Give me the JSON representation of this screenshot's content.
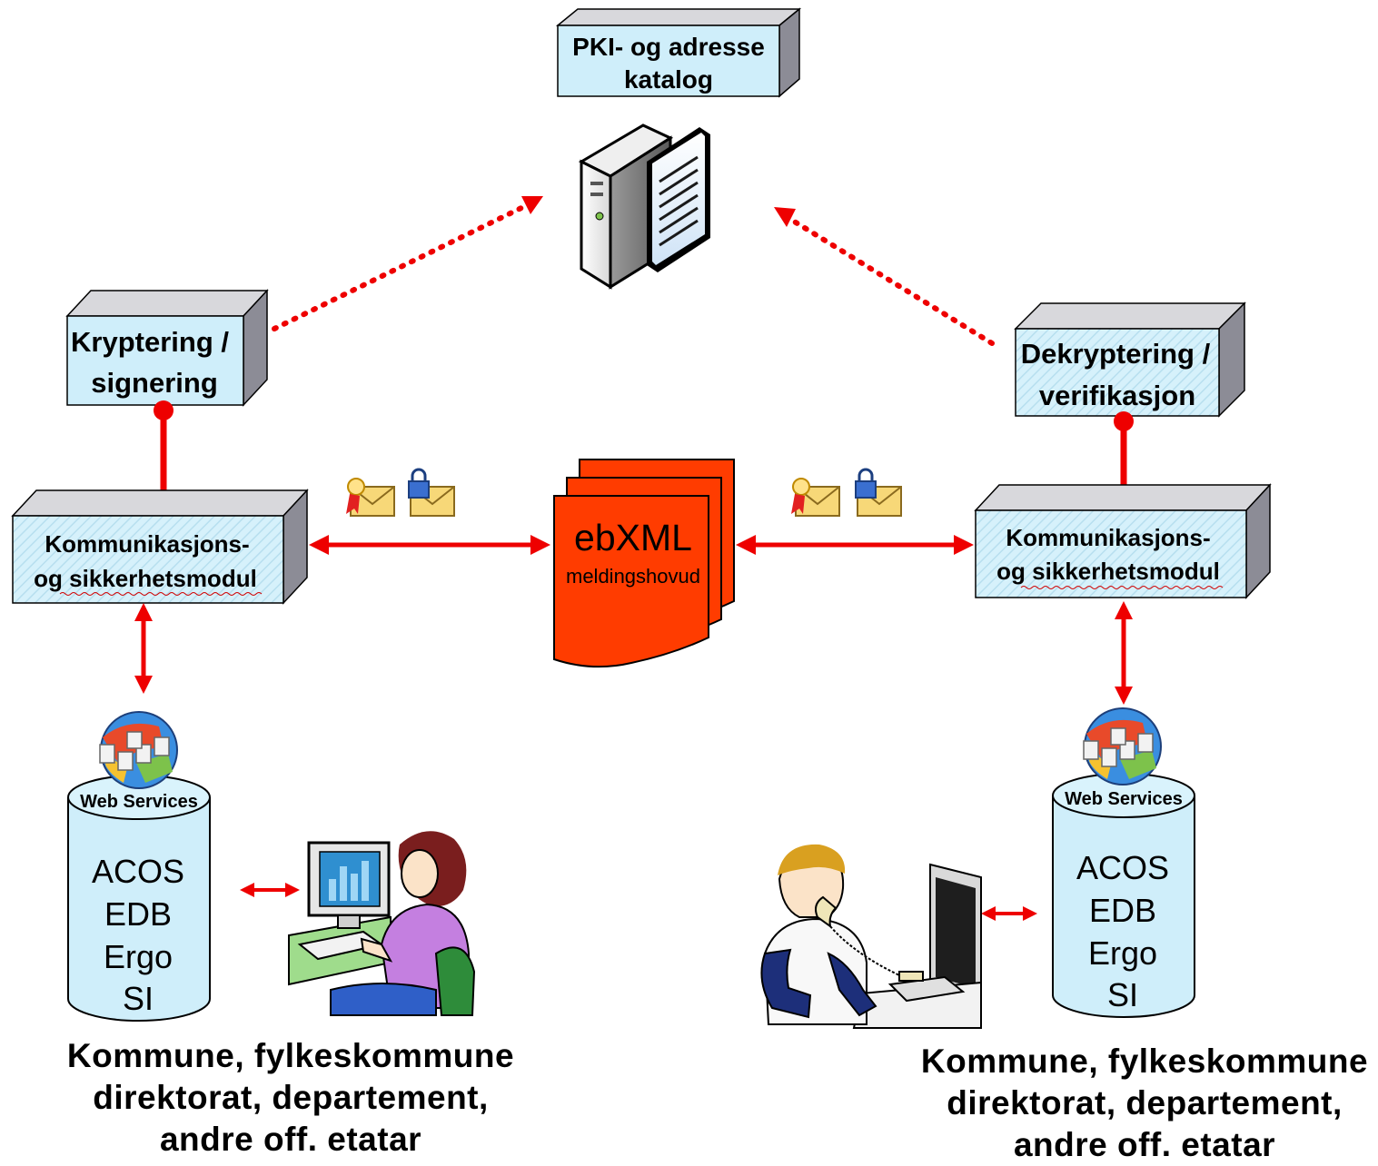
{
  "directory_box": {
    "line1": "PKI- og adresse",
    "line2": "katalog"
  },
  "left_security_box": {
    "line1": "Kryptering /",
    "line2": "signering"
  },
  "right_security_box": {
    "line1": "Dekryptering /",
    "line2": "verifikasjon"
  },
  "left_module_box": {
    "line1": "Kommunikasjons-",
    "line2_a": "og ",
    "line2_b": "sikkerhetsmodul"
  },
  "right_module_box": {
    "line1": "Kommunikasjons-",
    "line2_a": "og ",
    "line2_b": "sikkerhetsmodul"
  },
  "message": {
    "title": "ebXML",
    "subtitle": "meldingshovud"
  },
  "left_database": {
    "badge": "Web Services",
    "lines": [
      "ACOS",
      "EDB",
      "Ergo",
      "SI"
    ]
  },
  "right_database": {
    "badge": "Web Services",
    "lines": [
      "ACOS",
      "EDB",
      "Ergo",
      "SI"
    ]
  },
  "left_caption": [
    "Kommune, fylkeskommune",
    "direktorat, departement,",
    "andre off. etatar"
  ],
  "right_caption": [
    "Kommune, fylkeskommune",
    "direktorat, departement,",
    "andre off. etatar"
  ],
  "colors": {
    "box_face": "#cfeefa",
    "box_side": "#8c8c96",
    "connector": "#ee0000",
    "message_doc": "#ff3c00",
    "cylinder": "#cfeefa"
  },
  "icons": [
    "server-icon",
    "certificate-envelope-icon",
    "lock-envelope-icon",
    "web-services-globe-icon",
    "woman-at-computer-icon",
    "boy-on-phone-at-computer-icon"
  ]
}
